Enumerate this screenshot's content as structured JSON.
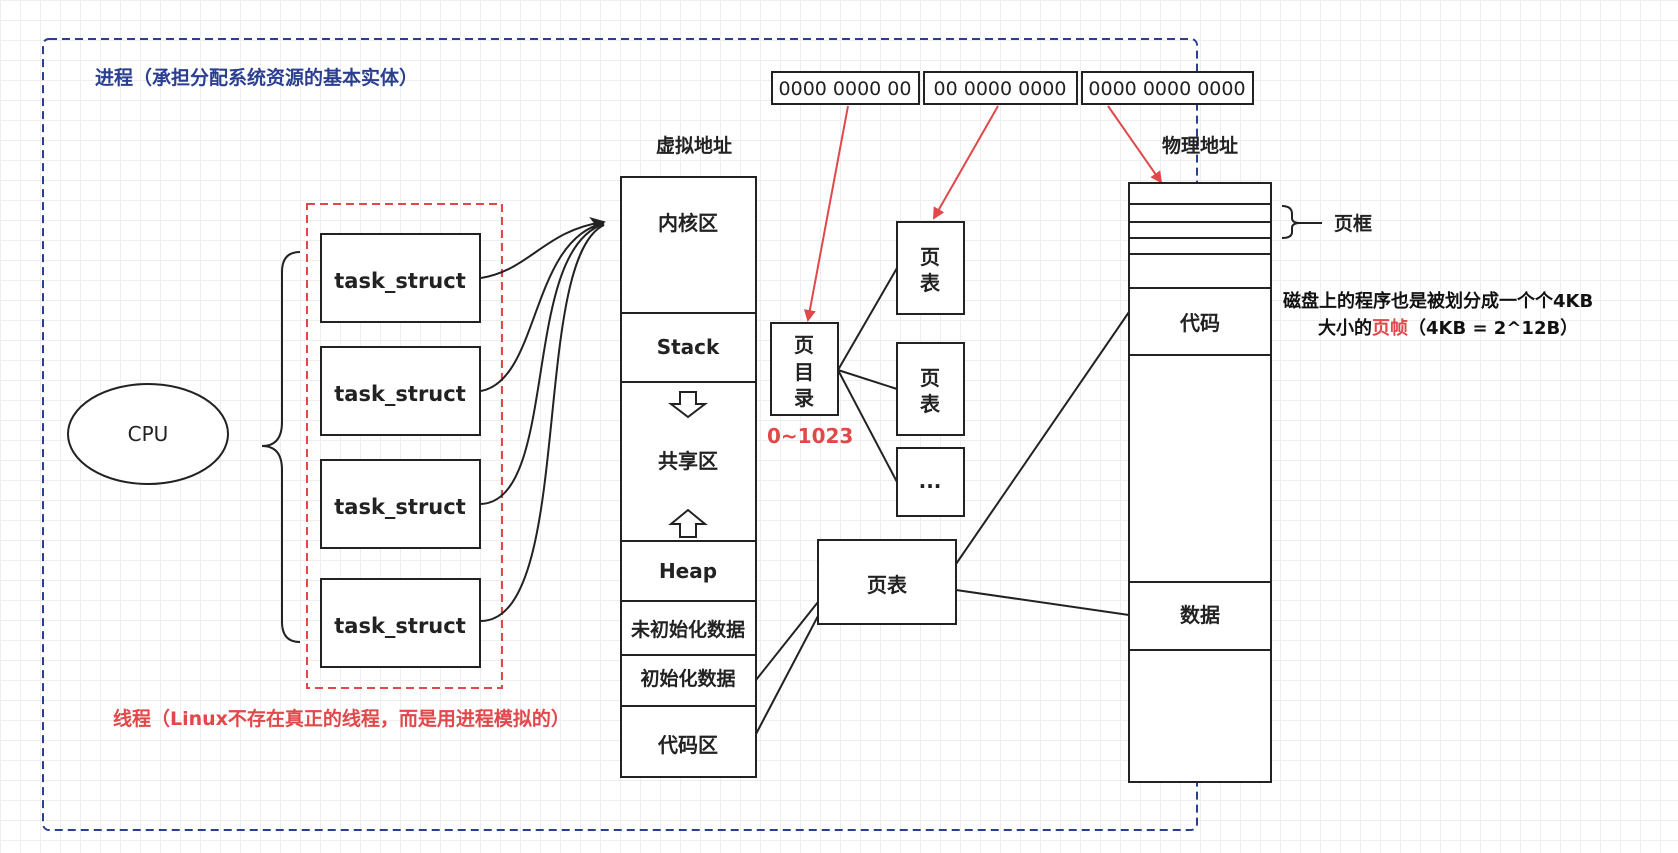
{
  "process_label": "进程（承担分配系统资源的基本实体）",
  "thread_label": "线程（Linux不存在真正的线程，而是用进程模拟的）",
  "cpu_label": "CPU",
  "task_structs": [
    "task_struct",
    "task_struct",
    "task_struct",
    "task_struct"
  ],
  "virtual_address_title": "虚拟地址",
  "virtual_segments": {
    "kernel": "内核区",
    "stack": "Stack",
    "shared": "共享区",
    "heap": "Heap",
    "uninit_data": "未初始化数据",
    "init_data": "初始化数据",
    "code": "代码区"
  },
  "address_bits": [
    "0000 0000 00",
    "00 0000 0000",
    "0000 0000 0000"
  ],
  "page_directory": {
    "chars": [
      "页",
      "目",
      "录"
    ],
    "range": "0~1023"
  },
  "page_tables": [
    {
      "chars": [
        "页",
        "表"
      ]
    },
    {
      "chars": [
        "页",
        "表"
      ]
    },
    {
      "label": "..."
    }
  ],
  "page_table_main": "页表",
  "physical_address_title": "物理地址",
  "physical_segments": {
    "code": "代码",
    "data": "数据"
  },
  "page_frame_label": "页框",
  "note_line1": "磁盘上的程序也是被划分成一个个4KB",
  "note_line2_prefix": "大小的",
  "note_line2_highlight": "页帧",
  "note_line2_suffix": "（4KB = 2^12B）",
  "colors": {
    "blue": "#2b3f91",
    "red": "#e0484a",
    "ink": "#222222"
  }
}
